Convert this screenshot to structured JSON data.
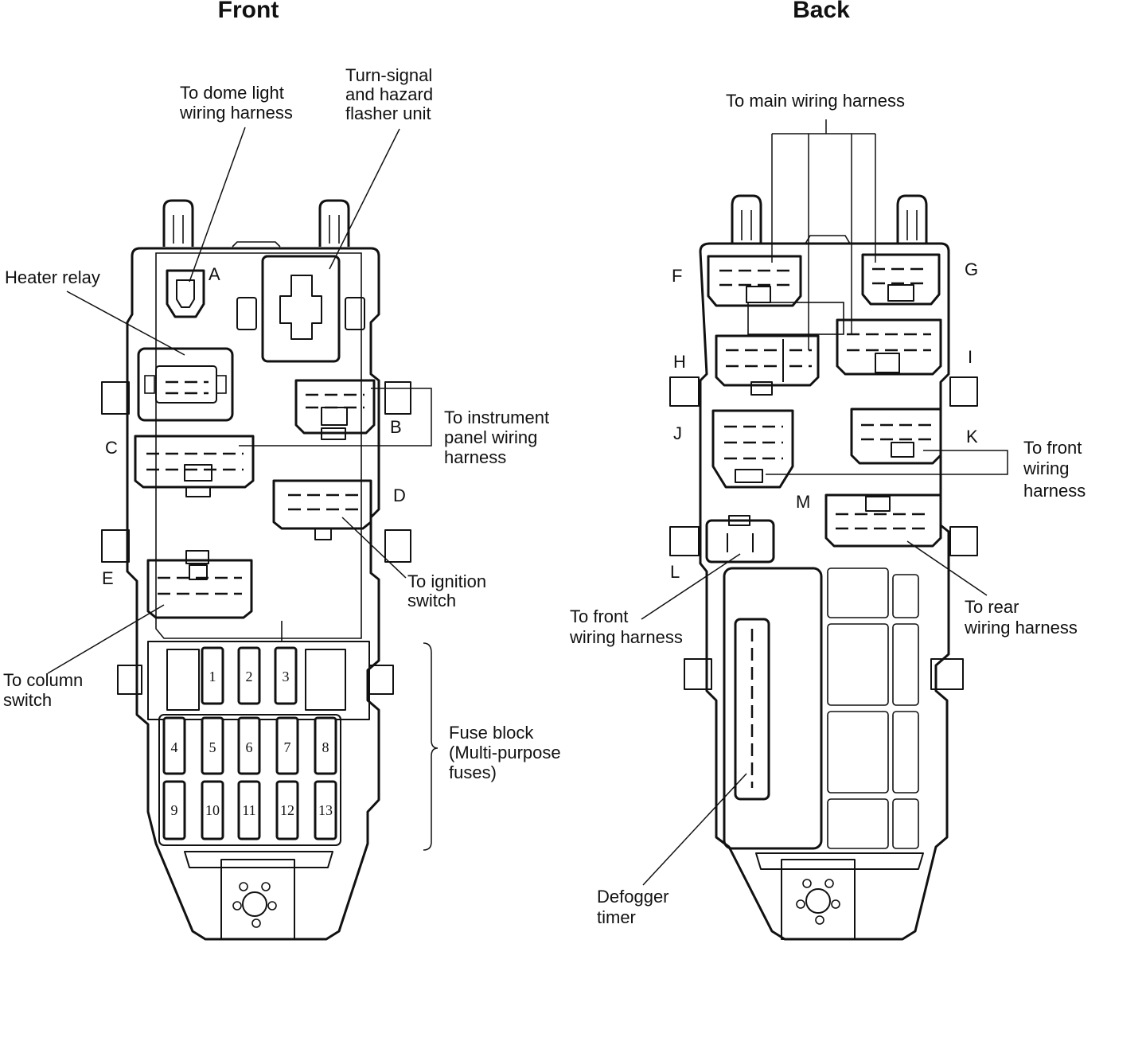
{
  "front": {
    "title": "Front",
    "labels": {
      "dome_light": [
        "To dome light",
        "wiring harness"
      ],
      "turn_signal": [
        "Turn-signal",
        "and hazard",
        "flasher unit"
      ],
      "heater_relay": [
        "Heater relay"
      ],
      "instrument_panel": [
        "To instrument",
        "panel wiring",
        "harness"
      ],
      "ignition": [
        "To ignition",
        "switch"
      ],
      "column_switch": [
        "To column",
        "switch"
      ],
      "fuse_block": [
        "Fuse block",
        "(Multi-purpose",
        "fuses)"
      ]
    },
    "connectors": [
      "A",
      "B",
      "C",
      "D",
      "E"
    ],
    "fuses": [
      "1",
      "2",
      "3",
      "4",
      "5",
      "6",
      "7",
      "8",
      "9",
      "10",
      "11",
      "12",
      "13"
    ]
  },
  "back": {
    "title": "Back",
    "labels": {
      "main_harness": [
        "To main wiring harness"
      ],
      "front_harness_right": [
        "To front",
        "wiring",
        "harness"
      ],
      "front_harness_left": [
        "To front",
        "wiring harness"
      ],
      "rear_harness": [
        "To rear",
        "wiring harness"
      ],
      "defogger": [
        "Defogger",
        "timer"
      ]
    },
    "connectors": [
      "F",
      "G",
      "H",
      "I",
      "J",
      "K",
      "L",
      "M"
    ]
  }
}
